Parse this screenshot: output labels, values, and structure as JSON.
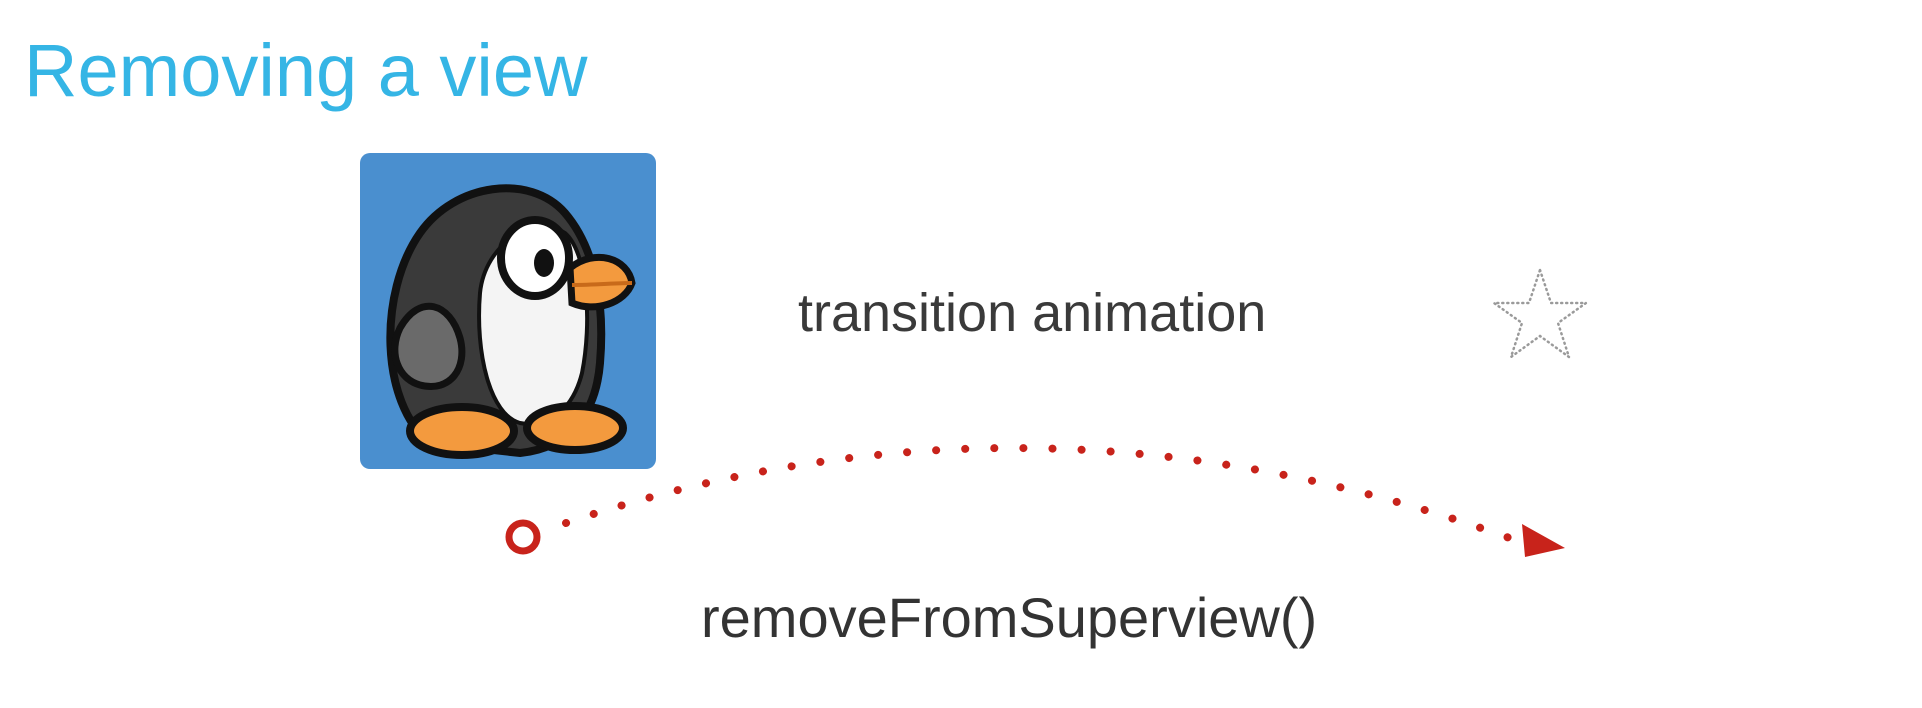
{
  "title": "Removing a view",
  "diagram": {
    "top_caption": "transition animation",
    "bottom_caption": "removeFromSuperview()",
    "source_image": "penguin-icon",
    "target_image": "dotted-star-icon",
    "arrow_color": "#c8231b",
    "title_color": "#35b5e5",
    "penguin_bg_color": "#4a8fcf"
  }
}
